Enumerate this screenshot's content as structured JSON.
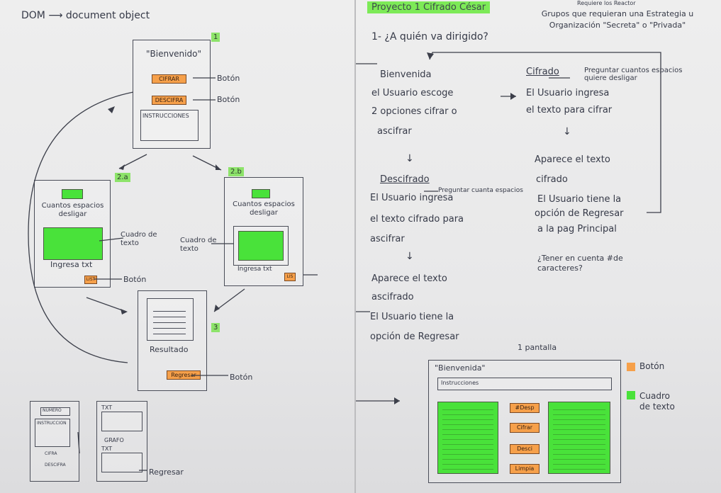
{
  "left": {
    "header": "DOM ⟶ document object",
    "screen1": {
      "tag": "1",
      "title": "\"Bienvenido\"",
      "cifrar": "CIFRAR",
      "descifrar": "DESCIFRA",
      "instrucciones": "INSTRUCCIONES",
      "label_boton_1": "Botón",
      "label_boton_2": "Botón"
    },
    "screen2a": {
      "tag": "2.a",
      "text": "Cuantos espacios desligar",
      "ingresa": "Ingresa txt",
      "btn": "LIST",
      "label_cuadro": "Cuadro de texto",
      "label_boton": "Botón"
    },
    "screen2b": {
      "tag": "2.b",
      "text": "Cuantos espacios desligar",
      "ingresa": "Ingresa txt",
      "btn": "LIS",
      "label_cuadro": "Cuadro de texto"
    },
    "screen3": {
      "tag": "3",
      "title": "Resultado",
      "btn": "Regresar",
      "label_boton": "Botón"
    },
    "mini1": {
      "title": "NUMERO",
      "sub": "INSTRUCCION",
      "btn1": "CIFRA",
      "btn2": "DESCIFRA"
    },
    "mini2": {
      "txt1": "TXT",
      "mid": "GRAFO",
      "txt2": "TXT",
      "label": "Regresar"
    }
  },
  "right": {
    "title": "Proyecto 1 Cifrado César",
    "question": "1- ¿A quién va dirigido?",
    "audience_small": "Requiere los Reactor",
    "audience": "Grupos que requieran una Estrategia u Organización \"Secreta\" o \"Privada\"",
    "flow_left": [
      "Bienvenida",
      "el Usuario escoge",
      "2 opciones cifrar o",
      "ascifrar",
      "↓",
      "Descifrado",
      "El Usuario ingresa",
      "el texto cifrado para",
      "ascifrar",
      "↓",
      "Aparece el texto",
      "ascifrado",
      "El Usuario tiene la",
      "opción de Regresar"
    ],
    "descifrado_note": "Preguntar cuanta espacios",
    "flow_right": [
      "Cifrado",
      "El Usuario ingresa",
      "el texto para cifrar",
      "↓",
      "Aparece el texto",
      "cifrado",
      "El Usuario tiene la",
      "opción de Regresar",
      "a la pag Principal"
    ],
    "cifrado_note": "Preguntar cuantos espacios quiere desligar",
    "note_bottom": "¿Tener en cuenta #de caracteres?",
    "pantalla_label": "1 pantalla",
    "mock": {
      "title": "\"Bienvenida\"",
      "instrucciones": "Instrucciones",
      "buttons": [
        "#Desp",
        "Cifrar",
        "Desci",
        "Limpia"
      ]
    },
    "legend": {
      "boton": "Botón",
      "cuadro": "Cuadro de texto"
    }
  },
  "colors": {
    "orange": "#f6a04a",
    "green": "#49e23a",
    "highlight": "#7dea57",
    "ink": "#363a48"
  }
}
